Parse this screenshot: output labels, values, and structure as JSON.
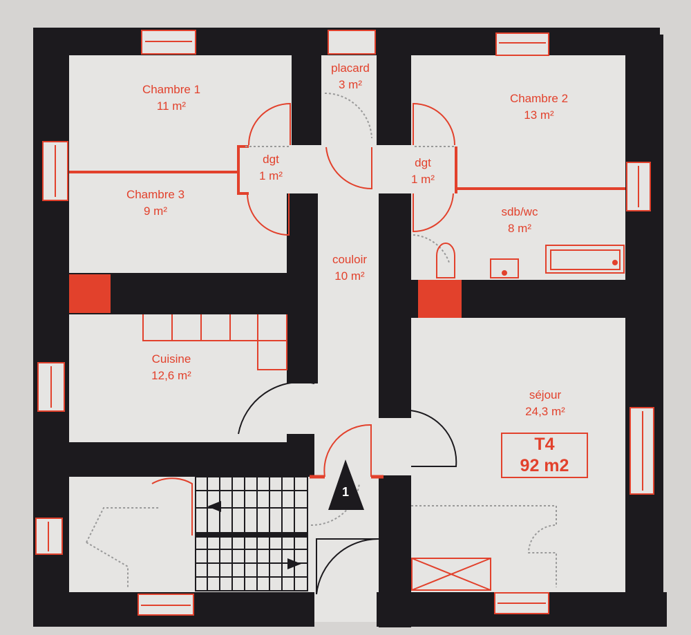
{
  "plan": {
    "rooms": [
      {
        "name": "Chambre 1",
        "area": "11 m²"
      },
      {
        "name": "placard",
        "area": "3 m²"
      },
      {
        "name": "Chambre 2",
        "area": "13 m²"
      },
      {
        "name": "dgt",
        "area": "1 m²"
      },
      {
        "name": "dgt",
        "area": "1 m²"
      },
      {
        "name": "Chambre 3",
        "area": "9 m²"
      },
      {
        "name": "sdb/wc",
        "area": "8 m²"
      },
      {
        "name": "couloir",
        "area": "10 m²"
      },
      {
        "name": "Cuisine",
        "area": "12,6 m²"
      },
      {
        "name": "séjour",
        "area": "24,3 m²"
      }
    ],
    "badge": {
      "type": "T4",
      "total": "92 m2"
    },
    "entrance_marker": "1"
  },
  "colors": {
    "wall": "#1c1a1e",
    "accent": "#e2412c",
    "floor": "#e6e5e3",
    "page": "#d6d4d2"
  }
}
